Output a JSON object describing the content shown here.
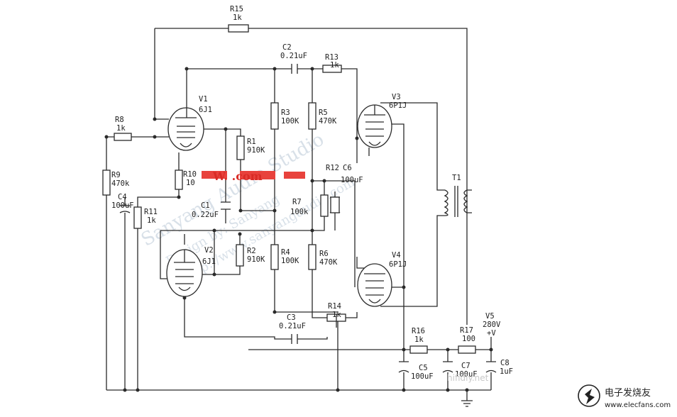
{
  "components": {
    "R15": {
      "ref": "R15",
      "value": "1k"
    },
    "R8": {
      "ref": "R8",
      "value": "1k"
    },
    "R9": {
      "ref": "R9",
      "value": "470k"
    },
    "R10": {
      "ref": "R10",
      "value": "10"
    },
    "R11": {
      "ref": "R11",
      "value": "1k"
    },
    "R1": {
      "ref": "R1",
      "value": "910K"
    },
    "R2": {
      "ref": "R2",
      "value": "910K"
    },
    "R3": {
      "ref": "R3",
      "value": "100K"
    },
    "R4": {
      "ref": "R4",
      "value": "100K"
    },
    "R5": {
      "ref": "R5",
      "value": "470K"
    },
    "R6": {
      "ref": "R6",
      "value": "470K"
    },
    "R7": {
      "ref": "R7",
      "value": "100k"
    },
    "R12": {
      "ref": "R12",
      "value": ""
    },
    "R13": {
      "ref": "R13",
      "value": "1k"
    },
    "R14": {
      "ref": "R14",
      "value": "1k"
    },
    "R16": {
      "ref": "R16",
      "value": "1k"
    },
    "R17": {
      "ref": "R17",
      "value": "100"
    },
    "C1": {
      "ref": "C1",
      "value": "0.22uF"
    },
    "C2": {
      "ref": "C2",
      "value": "0.21uF"
    },
    "C3": {
      "ref": "C3",
      "value": "0.21uF"
    },
    "C4": {
      "ref": "C4",
      "value": "100uF"
    },
    "C5": {
      "ref": "C5",
      "value": "100uF"
    },
    "C6": {
      "ref": "C6",
      "value": "100uF"
    },
    "C7": {
      "ref": "C7",
      "value": "100uF"
    },
    "C8": {
      "ref": "C8",
      "value": "1uF"
    },
    "V1": {
      "ref": "V1",
      "value": "6J1"
    },
    "V2": {
      "ref": "V2",
      "value": "6J1"
    },
    "V3": {
      "ref": "V3",
      "value": "6P1J"
    },
    "V4": {
      "ref": "V4",
      "value": "6P1J"
    },
    "V5": {
      "ref": "V5",
      "value": "280V",
      "sign": "+V"
    },
    "T1": {
      "ref": "T1"
    }
  },
  "watermark": {
    "line1": "Sanyang Audio Studio",
    "line2": "Design by: Sanyang",
    "line3": "http://www.sanyangaudio.com",
    "red_text": "W. .com",
    "site_faint": "hifidiy.net"
  },
  "logo": {
    "brand": "电子发烧友",
    "url": "www.elecfans.com"
  }
}
